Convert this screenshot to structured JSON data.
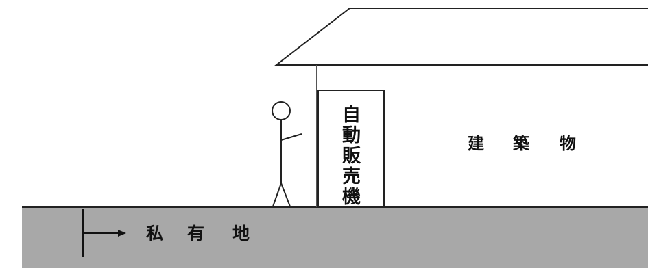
{
  "diagram": {
    "building_label": [
      "建",
      "築",
      "物"
    ],
    "vending_machine_label": [
      "自",
      "動",
      "販",
      "売",
      "機"
    ],
    "private_land_label": [
      "私",
      "有",
      "地"
    ],
    "colors": {
      "ground": "#a8a8a8",
      "line": "#222222",
      "background": "#ffffff"
    }
  }
}
